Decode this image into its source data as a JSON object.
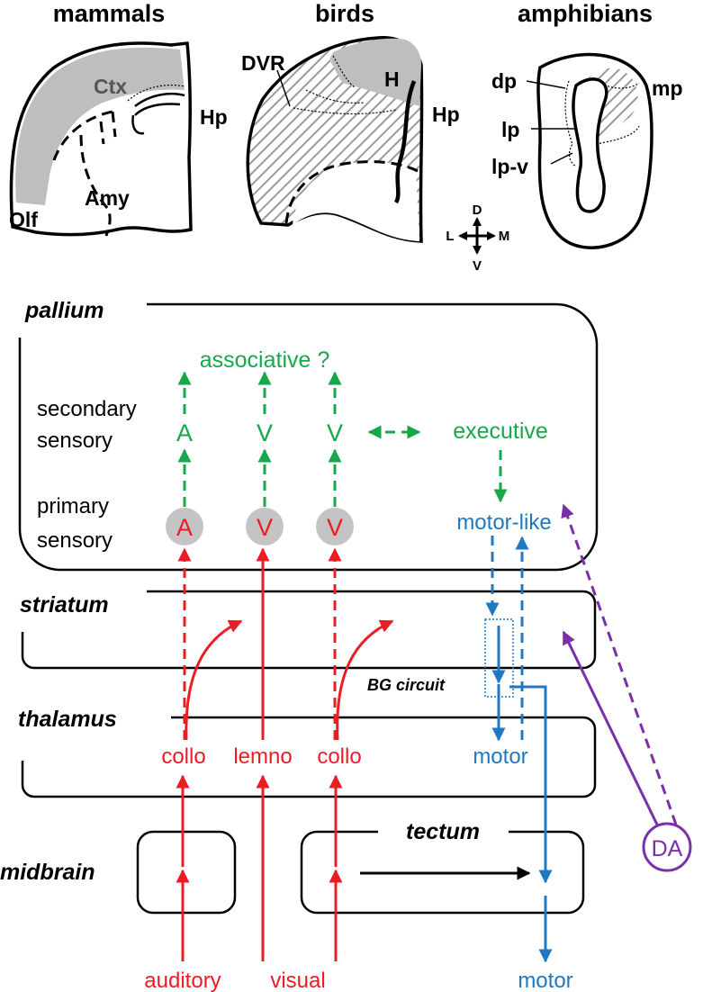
{
  "colors": {
    "sensory": "#ec1c24",
    "associative": "#16a84a",
    "motor": "#1f78c1",
    "dopamine": "#7b2fa8",
    "outline": "#000000",
    "shade": "#bebebe"
  },
  "species": {
    "mammals": {
      "title": "mammals",
      "ctx": "Ctx",
      "hp": "Hp",
      "amy": "Amy",
      "olf": "Olf"
    },
    "birds": {
      "title": "birds",
      "dvr": "DVR",
      "h": "H",
      "hp": "Hp"
    },
    "amphibians": {
      "title": "amphibians",
      "dp": "dp",
      "mp": "mp",
      "lp": "lp",
      "lpv": "lp-v"
    }
  },
  "compass": {
    "d": "D",
    "v": "V",
    "l": "L",
    "m": "M"
  },
  "regions": {
    "pallium": "pallium",
    "striatum": "striatum",
    "thalamus": "thalamus",
    "midbrain": "midbrain",
    "tectum": "tectum",
    "bg_circuit": "BG circuit"
  },
  "row_labels": {
    "secondary_line1": "secondary",
    "secondary_line2": "sensory",
    "primary_line1": "primary",
    "primary_line2": "sensory"
  },
  "nodes": {
    "associative": "associative ?",
    "sec_a": "A",
    "sec_v1": "V",
    "sec_v2": "V",
    "executive": "executive",
    "prim_a": "A",
    "prim_v1": "V",
    "prim_v2": "V",
    "motor_like": "motor-like",
    "collo_left": "collo",
    "lemno": "lemno",
    "collo_right": "collo",
    "motor_thalamus": "motor",
    "auditory": "auditory",
    "visual": "visual",
    "motor_output": "motor",
    "da": "DA"
  }
}
